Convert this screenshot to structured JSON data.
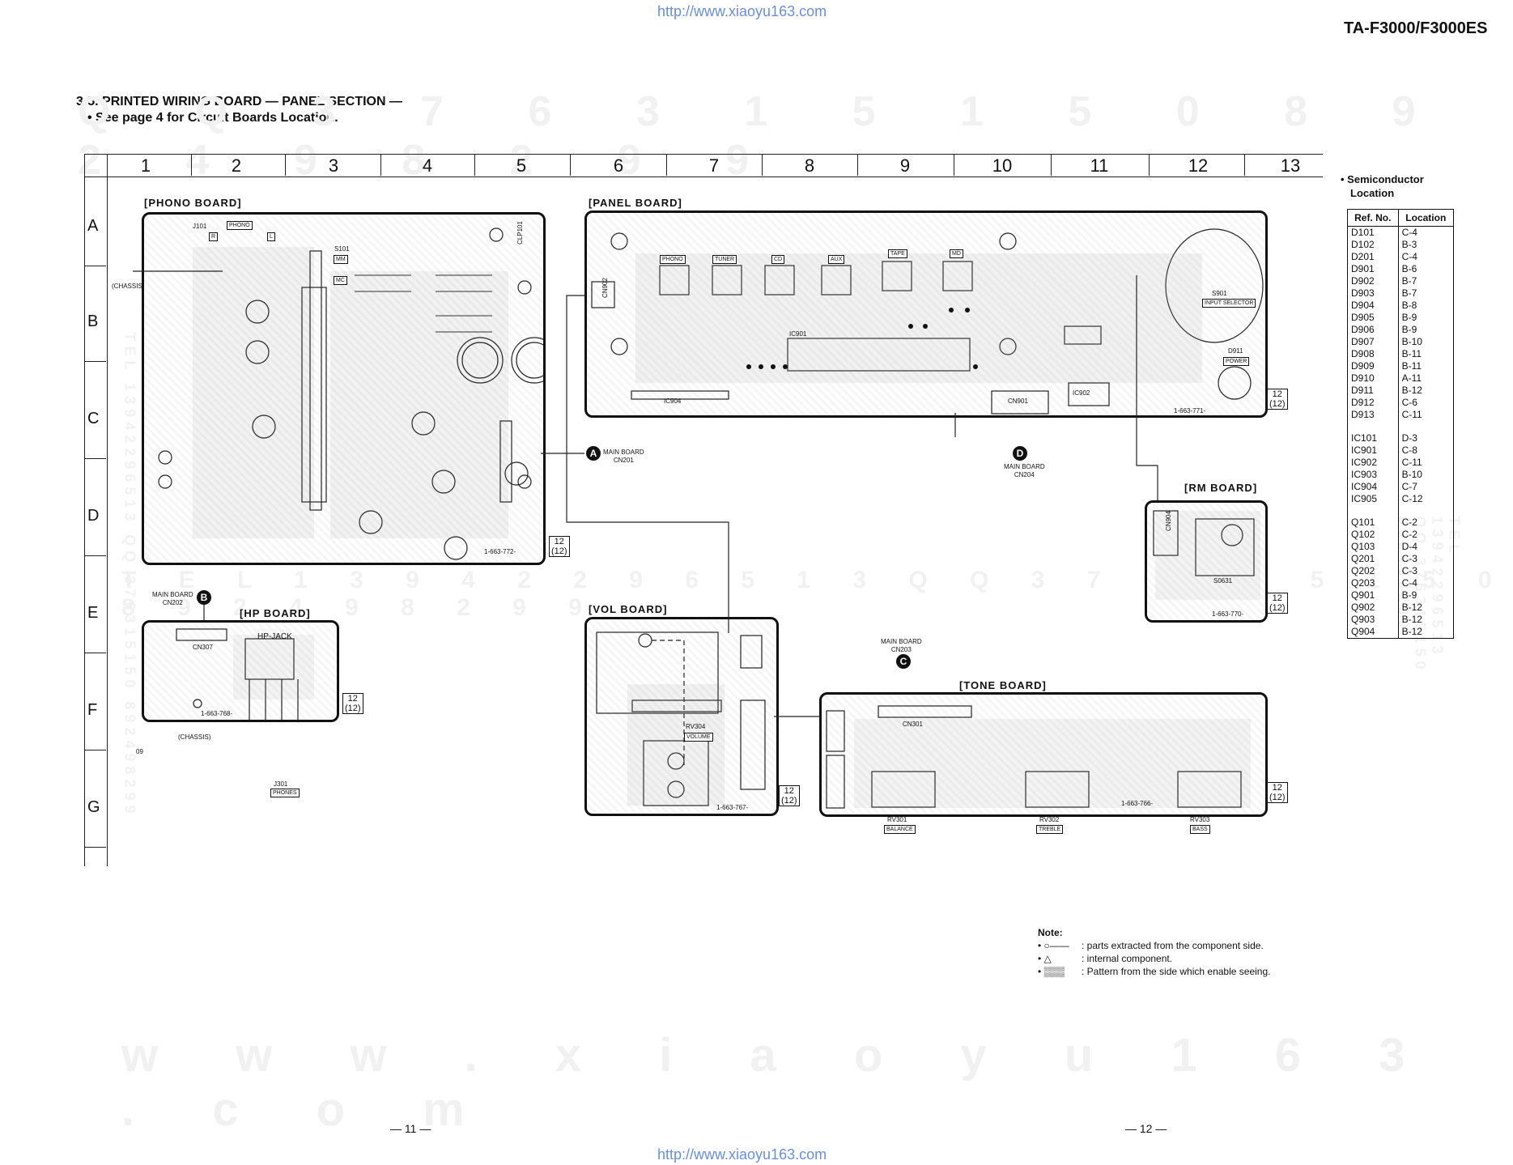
{
  "header": {
    "url_top": "http://www.xiaoyu163.com",
    "url_bottom": "http://www.xiaoyu163.com",
    "model": "TA-F3000/F3000ES"
  },
  "section": {
    "title": "3-5. PRINTED WIRING BOARD — PANEL SECTION —",
    "subtitle": "• See page 4 for Circuit Boards Location."
  },
  "watermarks": {
    "top": "Q Q 3 7 6 3 1 5 1 5 0  8 9 2 4 9 8 2 9 9",
    "middle": "T E L  1 3 9 4 2 2 9 6 5 1 3    Q Q  3 7 6 3 1 5 1 5 0  8 9 2 4 9 8 2 9 9",
    "bottom": "w w w . x i a o y u 1 6 3 . c o m",
    "side_left": "TEL 13942296513 QQ 376315150 892498299",
    "side_right": "TEL 13942296513 QQ 376315150 892498299"
  },
  "grid": {
    "columns": [
      "1",
      "2",
      "3",
      "4",
      "5",
      "6",
      "7",
      "8",
      "9",
      "10",
      "11",
      "12",
      "13"
    ],
    "rows": [
      "A",
      "B",
      "C",
      "D",
      "E",
      "F",
      "G"
    ]
  },
  "boards": {
    "phono": {
      "label": "[PHONO BOARD]",
      "part": "1-663-772-",
      "ref": "12",
      "ref2": "(12)"
    },
    "panel": {
      "label": "[PANEL BOARD]",
      "part": "1-663-771-",
      "ref": "12",
      "ref2": "(12)"
    },
    "hp": {
      "label": "[HP BOARD]",
      "part": "1-663-768-",
      "ref": "12",
      "ref2": "(12)"
    },
    "vol": {
      "label": "[VOL BOARD]",
      "part": "1-663-767-",
      "ref": "12",
      "ref2": "(12)"
    },
    "rm": {
      "label": "[RM BOARD]",
      "part": "1-663-770-",
      "ref": "12",
      "ref2": "(12)"
    },
    "tone": {
      "label": "[TONE BOARD]",
      "part": "1-663-766-",
      "ref": "12",
      "ref2": "(12)"
    }
  },
  "connectors": {
    "a": {
      "letter": "A",
      "text1": "MAIN BOARD",
      "text2": "CN201"
    },
    "b": {
      "letter": "B",
      "text1": "MAIN BOARD",
      "text2": "CN202"
    },
    "c": {
      "letter": "C",
      "text1": "MAIN BOARD",
      "text2": "CN203"
    },
    "d": {
      "letter": "D",
      "text1": "MAIN BOARD",
      "text2": "CN204"
    }
  },
  "components": {
    "phono_label": "PHONO",
    "j101": "J101",
    "r": "R",
    "l": "L",
    "clp101": "CLP101",
    "chassis": "(CHASSIS)",
    "chassis2": "(CHASSIS)",
    "s101": "S101",
    "mm": "MM",
    "mc": "MC",
    "tape": "TAPE",
    "md": "MD",
    "phono_key": "PHONO",
    "tuner": "TUNER",
    "cd": "CD",
    "aux": "AUX",
    "s901": "S901",
    "input_selector": "INPUT SELECTOR",
    "power": "POWER",
    "d911": "D911",
    "ic904": "IC904",
    "ic901": "IC901",
    "ic902": "IC902",
    "cn901": "CN901",
    "cn902": "CN902",
    "s0631": "S0631",
    "cn904": "CN904",
    "hp_jack": "HP-JACK",
    "cn307": "CN307",
    "j301": "J301",
    "phones": "PHONES",
    "rv304": "RV304",
    "volume": "VOLUME",
    "cn301": "CN301",
    "rv301": "RV301",
    "balance": "BALANCE",
    "rv302": "RV302",
    "treble": "TREBLE",
    "rv303": "RV303",
    "bass": "BASS",
    "code09": "09"
  },
  "semiconductor_location": {
    "title_1": "• Semiconductor",
    "title_2": "Location",
    "col_ref": "Ref. No.",
    "col_loc": "Location",
    "groups": [
      [
        [
          "D101",
          "C-4"
        ],
        [
          "D102",
          "B-3"
        ],
        [
          "D201",
          "C-4"
        ],
        [
          "D901",
          "B-6"
        ],
        [
          "D902",
          "B-7"
        ],
        [
          "D903",
          "B-7"
        ],
        [
          "D904",
          "B-8"
        ],
        [
          "D905",
          "B-9"
        ],
        [
          "D906",
          "B-9"
        ],
        [
          "D907",
          "B-10"
        ],
        [
          "D908",
          "B-11"
        ],
        [
          "D909",
          "B-11"
        ],
        [
          "D910",
          "A-11"
        ],
        [
          "D911",
          "B-12"
        ],
        [
          "D912",
          "C-6"
        ],
        [
          "D913",
          "C-11"
        ]
      ],
      [
        [
          "IC101",
          "D-3"
        ],
        [
          "IC901",
          "C-8"
        ],
        [
          "IC902",
          "C-11"
        ],
        [
          "IC903",
          "B-10"
        ],
        [
          "IC904",
          "C-7"
        ],
        [
          "IC905",
          "C-12"
        ]
      ],
      [
        [
          "Q101",
          "C-2"
        ],
        [
          "Q102",
          "C-2"
        ],
        [
          "Q103",
          "D-4"
        ],
        [
          "Q201",
          "C-3"
        ],
        [
          "Q202",
          "C-3"
        ],
        [
          "Q203",
          "C-4"
        ],
        [
          "Q901",
          "B-9"
        ],
        [
          "Q902",
          "B-12"
        ],
        [
          "Q903",
          "B-12"
        ],
        [
          "Q904",
          "B-12"
        ]
      ]
    ]
  },
  "notes": {
    "title": "Note:",
    "items": [
      {
        "symbol": "•  ○——",
        "text": ": parts extracted from the component side."
      },
      {
        "symbol": "•    △",
        "text": ": internal component."
      },
      {
        "symbol": "•  ▒▒▒",
        "text": ": Pattern from the side which enable seeing."
      }
    ]
  },
  "pages": {
    "left": "— 11 —",
    "right": "— 12 —"
  }
}
